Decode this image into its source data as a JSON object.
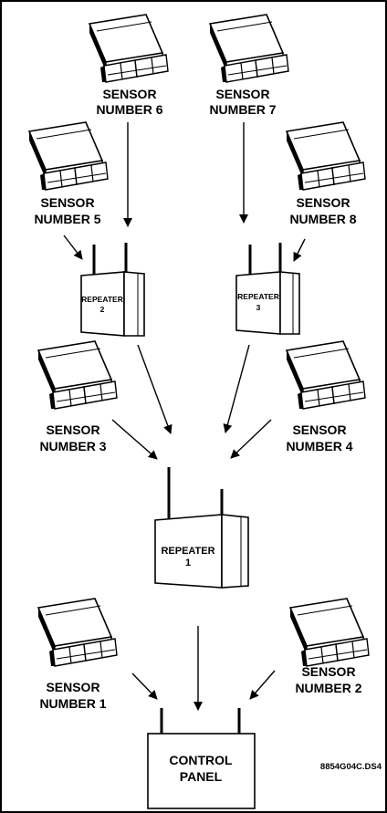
{
  "sensors": [
    {
      "id": "s6",
      "line1": "SENSOR",
      "line2": "NUMBER 6"
    },
    {
      "id": "s7",
      "line1": "SENSOR",
      "line2": "NUMBER 7"
    },
    {
      "id": "s5",
      "line1": "SENSOR",
      "line2": "NUMBER 5"
    },
    {
      "id": "s8",
      "line1": "SENSOR",
      "line2": "NUMBER 8"
    },
    {
      "id": "s3",
      "line1": "SENSOR",
      "line2": "NUMBER 3"
    },
    {
      "id": "s4",
      "line1": "SENSOR",
      "line2": "NUMBER 4"
    },
    {
      "id": "s1",
      "line1": "SENSOR",
      "line2": "NUMBER 1"
    },
    {
      "id": "s2",
      "line1": "SENSOR",
      "line2": "NUMBER 2"
    }
  ],
  "repeaters": [
    {
      "id": "r2",
      "line1": "REPEATER",
      "line2": "2"
    },
    {
      "id": "r3",
      "line1": "REPEATER",
      "line2": "3"
    },
    {
      "id": "r1",
      "line1": "REPEATER",
      "line2": "1"
    }
  ],
  "panel": {
    "line1": "CONTROL",
    "line2": "PANEL"
  },
  "drawing_code": "8854G04C.DS4",
  "links": [
    {
      "from": "s6",
      "to": "r2"
    },
    {
      "from": "s5",
      "to": "r2"
    },
    {
      "from": "s7",
      "to": "r3"
    },
    {
      "from": "s8",
      "to": "r3"
    },
    {
      "from": "r2",
      "to": "r1"
    },
    {
      "from": "r3",
      "to": "r1"
    },
    {
      "from": "s3",
      "to": "r1"
    },
    {
      "from": "s4",
      "to": "r1"
    },
    {
      "from": "r1",
      "to": "panel"
    },
    {
      "from": "s1",
      "to": "panel"
    },
    {
      "from": "s2",
      "to": "panel"
    }
  ]
}
